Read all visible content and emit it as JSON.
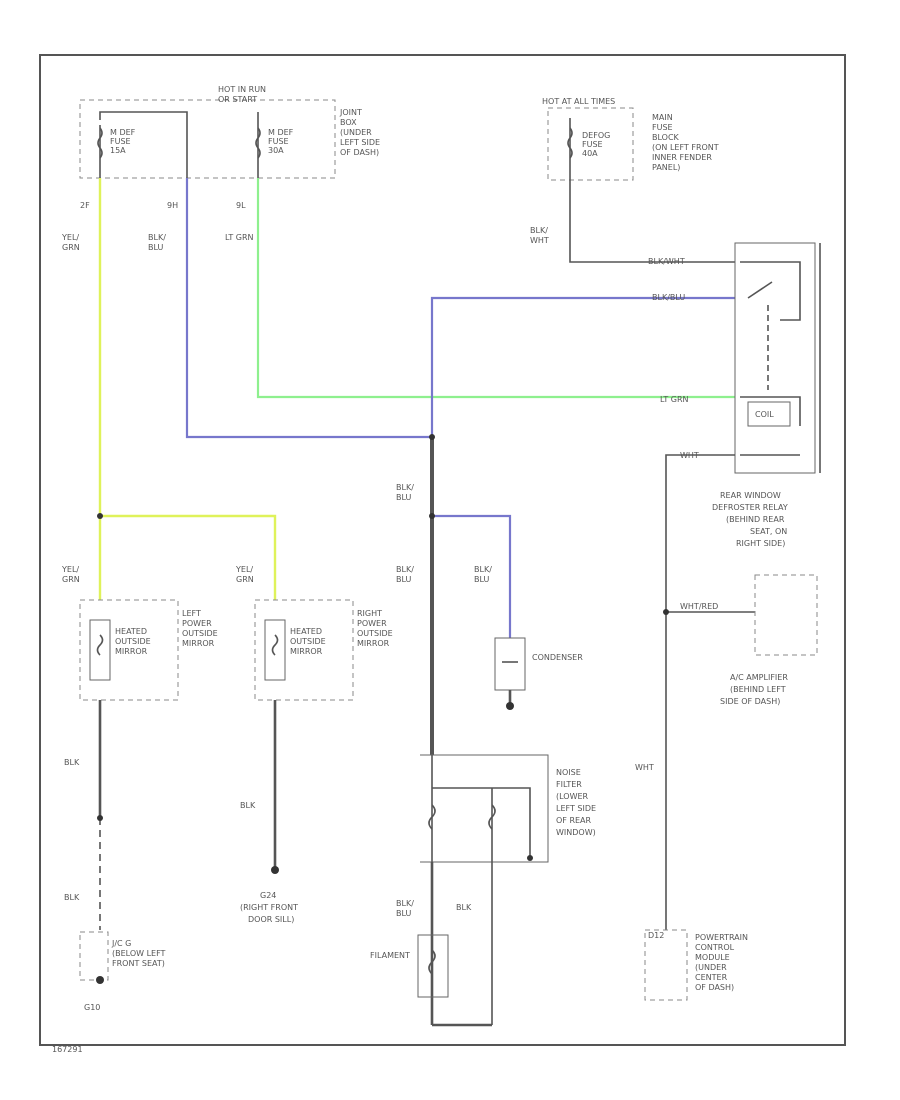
{
  "labels": {
    "hot_run": [
      "HOT IN RUN",
      "OR START"
    ],
    "hot_all": "HOT AT ALL TIMES",
    "fuse1": [
      "M DEF",
      "FUSE",
      "15A"
    ],
    "fuse2": [
      "M DEF",
      "FUSE",
      "30A"
    ],
    "junction_block": [
      "JOINT",
      "BOX",
      "(UNDER",
      "LEFT SIDE",
      "OF DASH)"
    ],
    "defog_fuse": [
      "DEFOG",
      "FUSE",
      "40A"
    ],
    "main_fuse_block": [
      "MAIN",
      "FUSE",
      "BLOCK",
      "(ON LEFT FRONT",
      "INNER FENDER",
      "PANEL)"
    ],
    "pin_2f": "2F",
    "pin_9h": "9H",
    "pin_9l": "9L",
    "wire_yel_grn": [
      "YEL/",
      "GRN"
    ],
    "wire_blk_blu": [
      "BLK/",
      "BLU"
    ],
    "wire_lt_grn": "LT GRN",
    "wire_blk_wht": [
      "BLK/",
      "WHT"
    ],
    "relay_blk_wht": "BLK/WHT",
    "relay_blk_blu": "BLK/BLU",
    "relay_lt_grn": "LT GRN",
    "relay_wht": "WHT",
    "coil": "COIL",
    "relay_desc": [
      "REAR WINDOW",
      "DEFROSTER RELAY",
      "(BEHIND REAR",
      "SEAT, ON",
      "RIGHT SIDE)"
    ],
    "wht_red": "WHT/RED",
    "ac_amp": [
      "A/C AMPLIFIER",
      "(BEHIND LEFT",
      "SIDE OF DASH)"
    ],
    "heated_mirror": [
      "HEATED",
      "OUTSIDE",
      "MIRROR"
    ],
    "left_mirror": [
      "LEFT",
      "POWER",
      "OUTSIDE",
      "MIRROR"
    ],
    "right_mirror": [
      "RIGHT",
      "POWER",
      "OUTSIDE",
      "MIRROR"
    ],
    "condenser": "CONDENSER",
    "noise_filter": [
      "NOISE",
      "FILTER",
      "(LOWER",
      "LEFT SIDE",
      "OF REAR",
      "WINDOW)"
    ],
    "blk": "BLK",
    "wht": "WHT",
    "filament": "FILAMENT",
    "g24": [
      "G24",
      "(RIGHT FRONT",
      "DOOR SILL)"
    ],
    "g101": [
      "J/C G",
      "(BELOW LEFT",
      "FRONT SEAT)"
    ],
    "g101_ref": "G10",
    "pcm": [
      "POWERTRAIN",
      "CONTROL",
      "MODULE",
      "(UNDER",
      "CENTER",
      "OF DASH)"
    ],
    "pcm_pin": "D12",
    "diagram_id": "167291"
  },
  "colors": {
    "yel_grn_wire": "#dff25a",
    "blk_blu_wire": "#7777cc",
    "lt_grn_wire": "#8ef08e",
    "black_wire": "#555555"
  }
}
